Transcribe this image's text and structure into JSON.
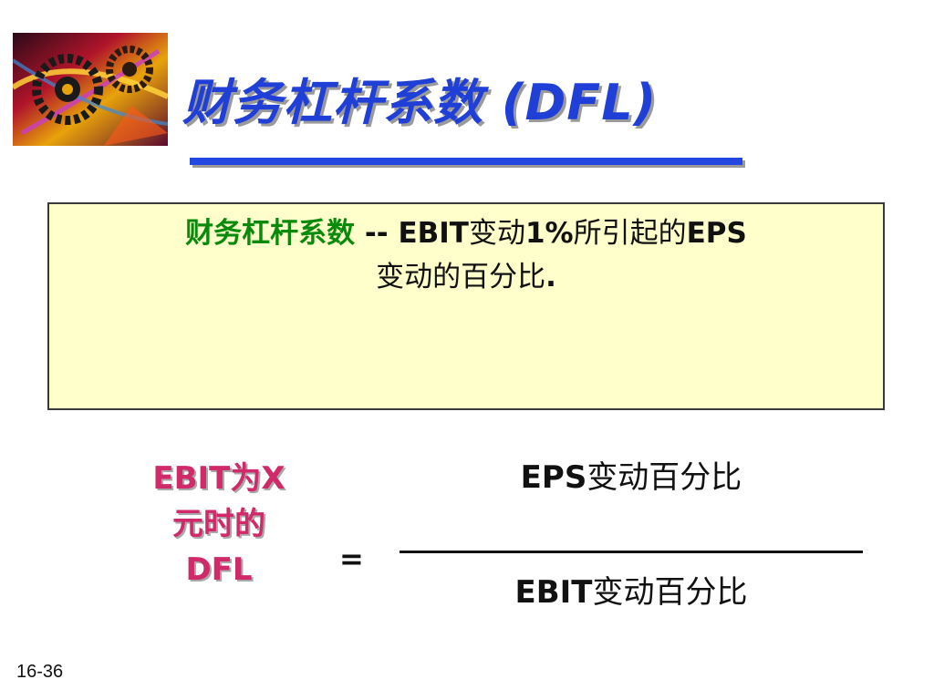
{
  "slide": {
    "title": "财务杠杆系数 (DFL)",
    "logo_icon": "gears-collage-icon",
    "definition": {
      "term": "财务杠杆系数",
      "dashes": " -- ",
      "part1": "EBIT",
      "part2": "变动",
      "part3": "1%",
      "part4": "所引起的",
      "part5": "EPS",
      "line2_text": "变动的百分比",
      "line2_period": "."
    },
    "formula": {
      "lhs_line1": "EBIT为X",
      "lhs_line2": "元时的",
      "lhs_line3": "DFL",
      "equals": "=",
      "numerator_bold": "EPS",
      "numerator_text": "变动百分比",
      "denominator_bold": "EBIT",
      "denominator_text": "变动百分比"
    },
    "slide_number": "16-36"
  },
  "colors": {
    "title": "#1f3fd6",
    "box_fill": "#ffffcc",
    "term_green": "#0a8a0a",
    "lhs_pink": "#d02a6a"
  }
}
